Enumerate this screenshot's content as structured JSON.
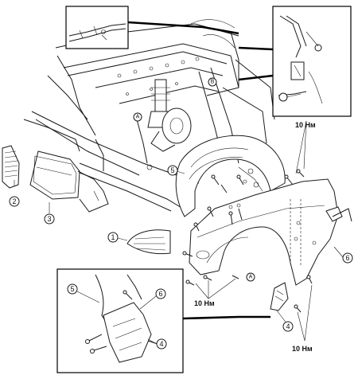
{
  "callouts": {
    "c1": "1",
    "c2": "2",
    "c3": "3",
    "c4_main": "4",
    "c4_inset": "4",
    "c5_main": "5",
    "c5_inset": "5",
    "c6_main": "6",
    "c6_inset": "6",
    "a_upper": "A",
    "a_lower": "A",
    "b_mark": "B"
  },
  "torque": {
    "upper_right": "10 Нм",
    "lower_left": "10 Нм",
    "lower_right": "10 Нм"
  }
}
